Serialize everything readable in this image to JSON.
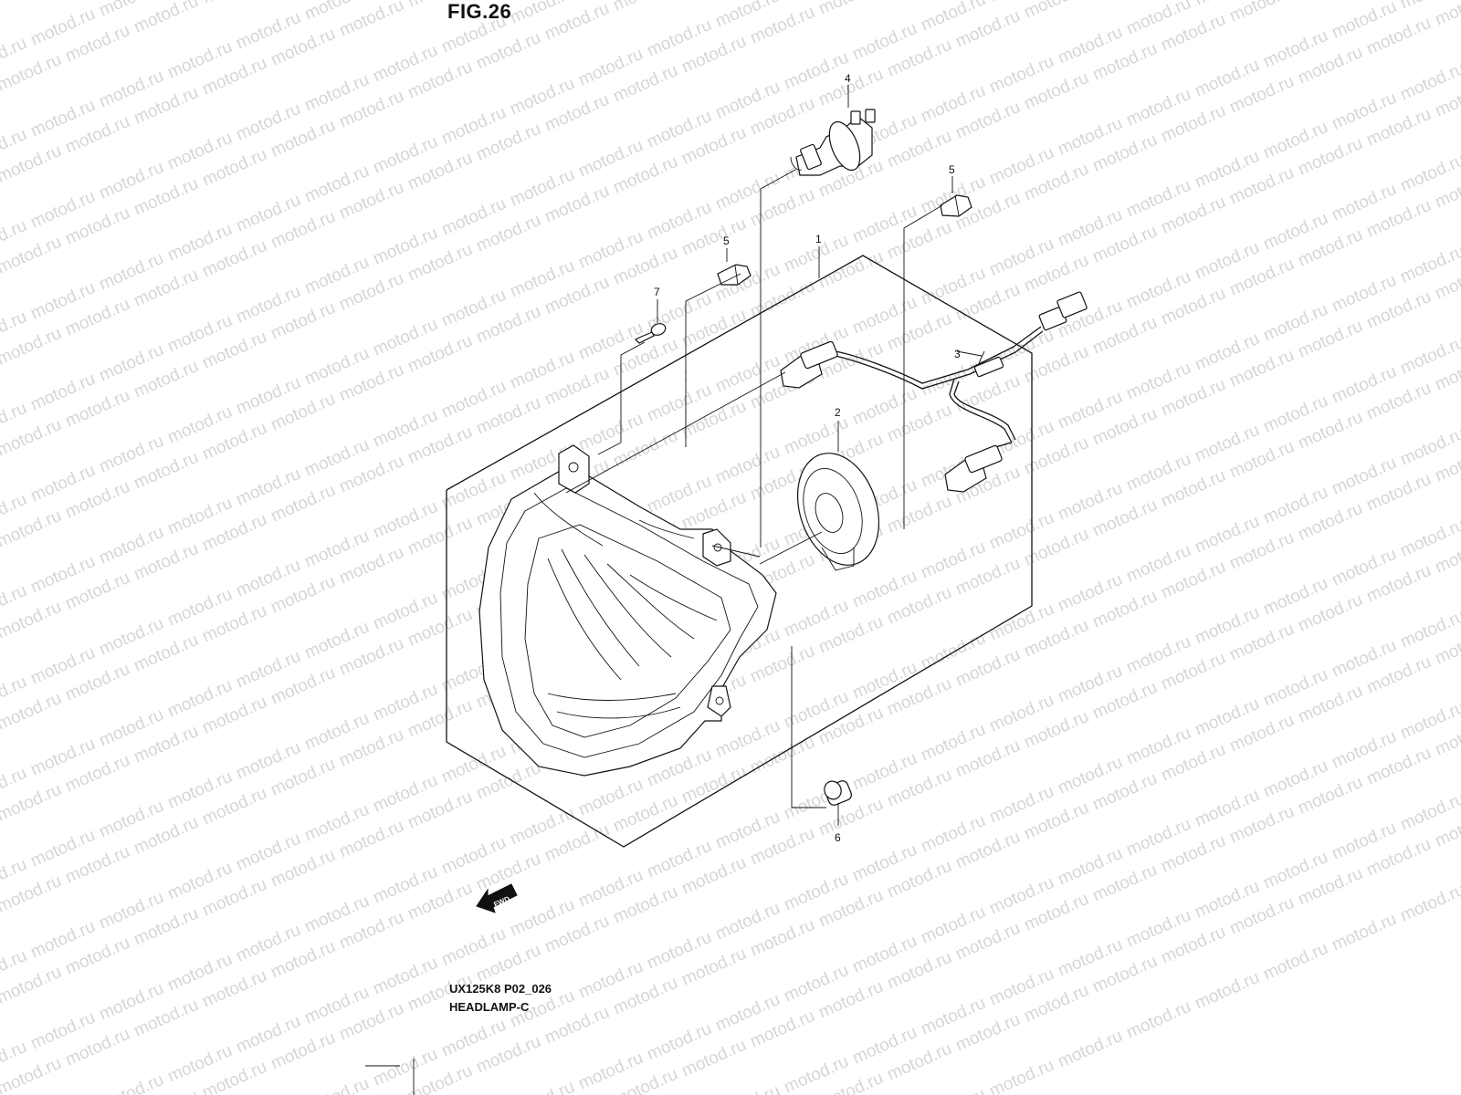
{
  "figure": {
    "title": "FIG.26"
  },
  "watermark": {
    "text": "motod.ru"
  },
  "callouts": {
    "c1": "1",
    "c2": "2",
    "c3": "3",
    "c4": "4",
    "c5a": "5",
    "c5b": "5",
    "c6": "6",
    "c7": "7"
  },
  "fwd_label": "FWD",
  "caption": {
    "code": "UX125K8 P02_026",
    "name": "HEADLAMP-C"
  }
}
